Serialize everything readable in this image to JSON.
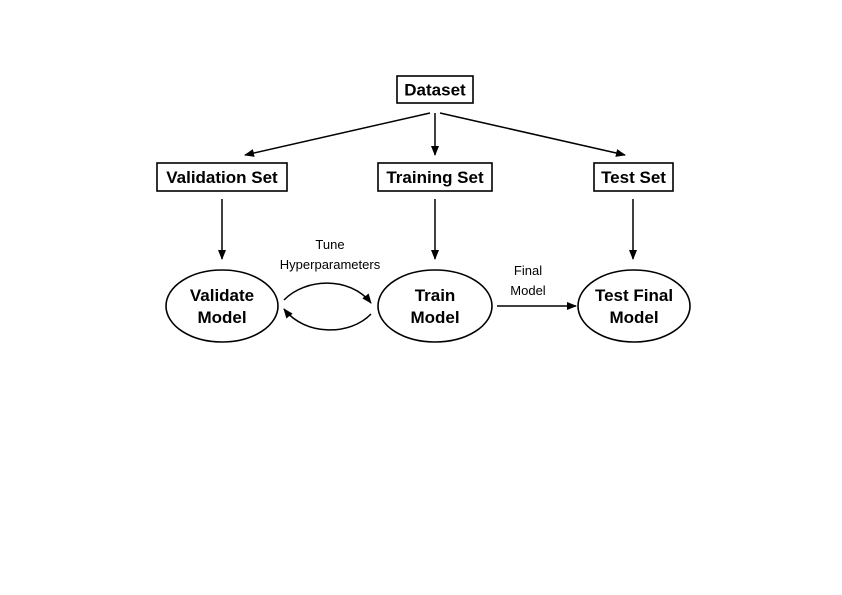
{
  "nodes": {
    "dataset": {
      "label": "Dataset"
    },
    "validation_set": {
      "label": "Validation Set"
    },
    "training_set": {
      "label": "Training Set"
    },
    "test_set": {
      "label": "Test Set"
    },
    "validate_model": {
      "line1": "Validate",
      "line2": "Model"
    },
    "train_model": {
      "line1": "Train",
      "line2": "Model"
    },
    "test_final_model": {
      "line1": "Test Final",
      "line2": "Model"
    }
  },
  "edges": {
    "tune_label": {
      "line1": "Tune",
      "line2": "Hyperparameters"
    },
    "final_label": {
      "line1": "Final",
      "line2": "Model"
    }
  },
  "colors": {
    "stroke": "#000000",
    "background": "#ffffff"
  }
}
